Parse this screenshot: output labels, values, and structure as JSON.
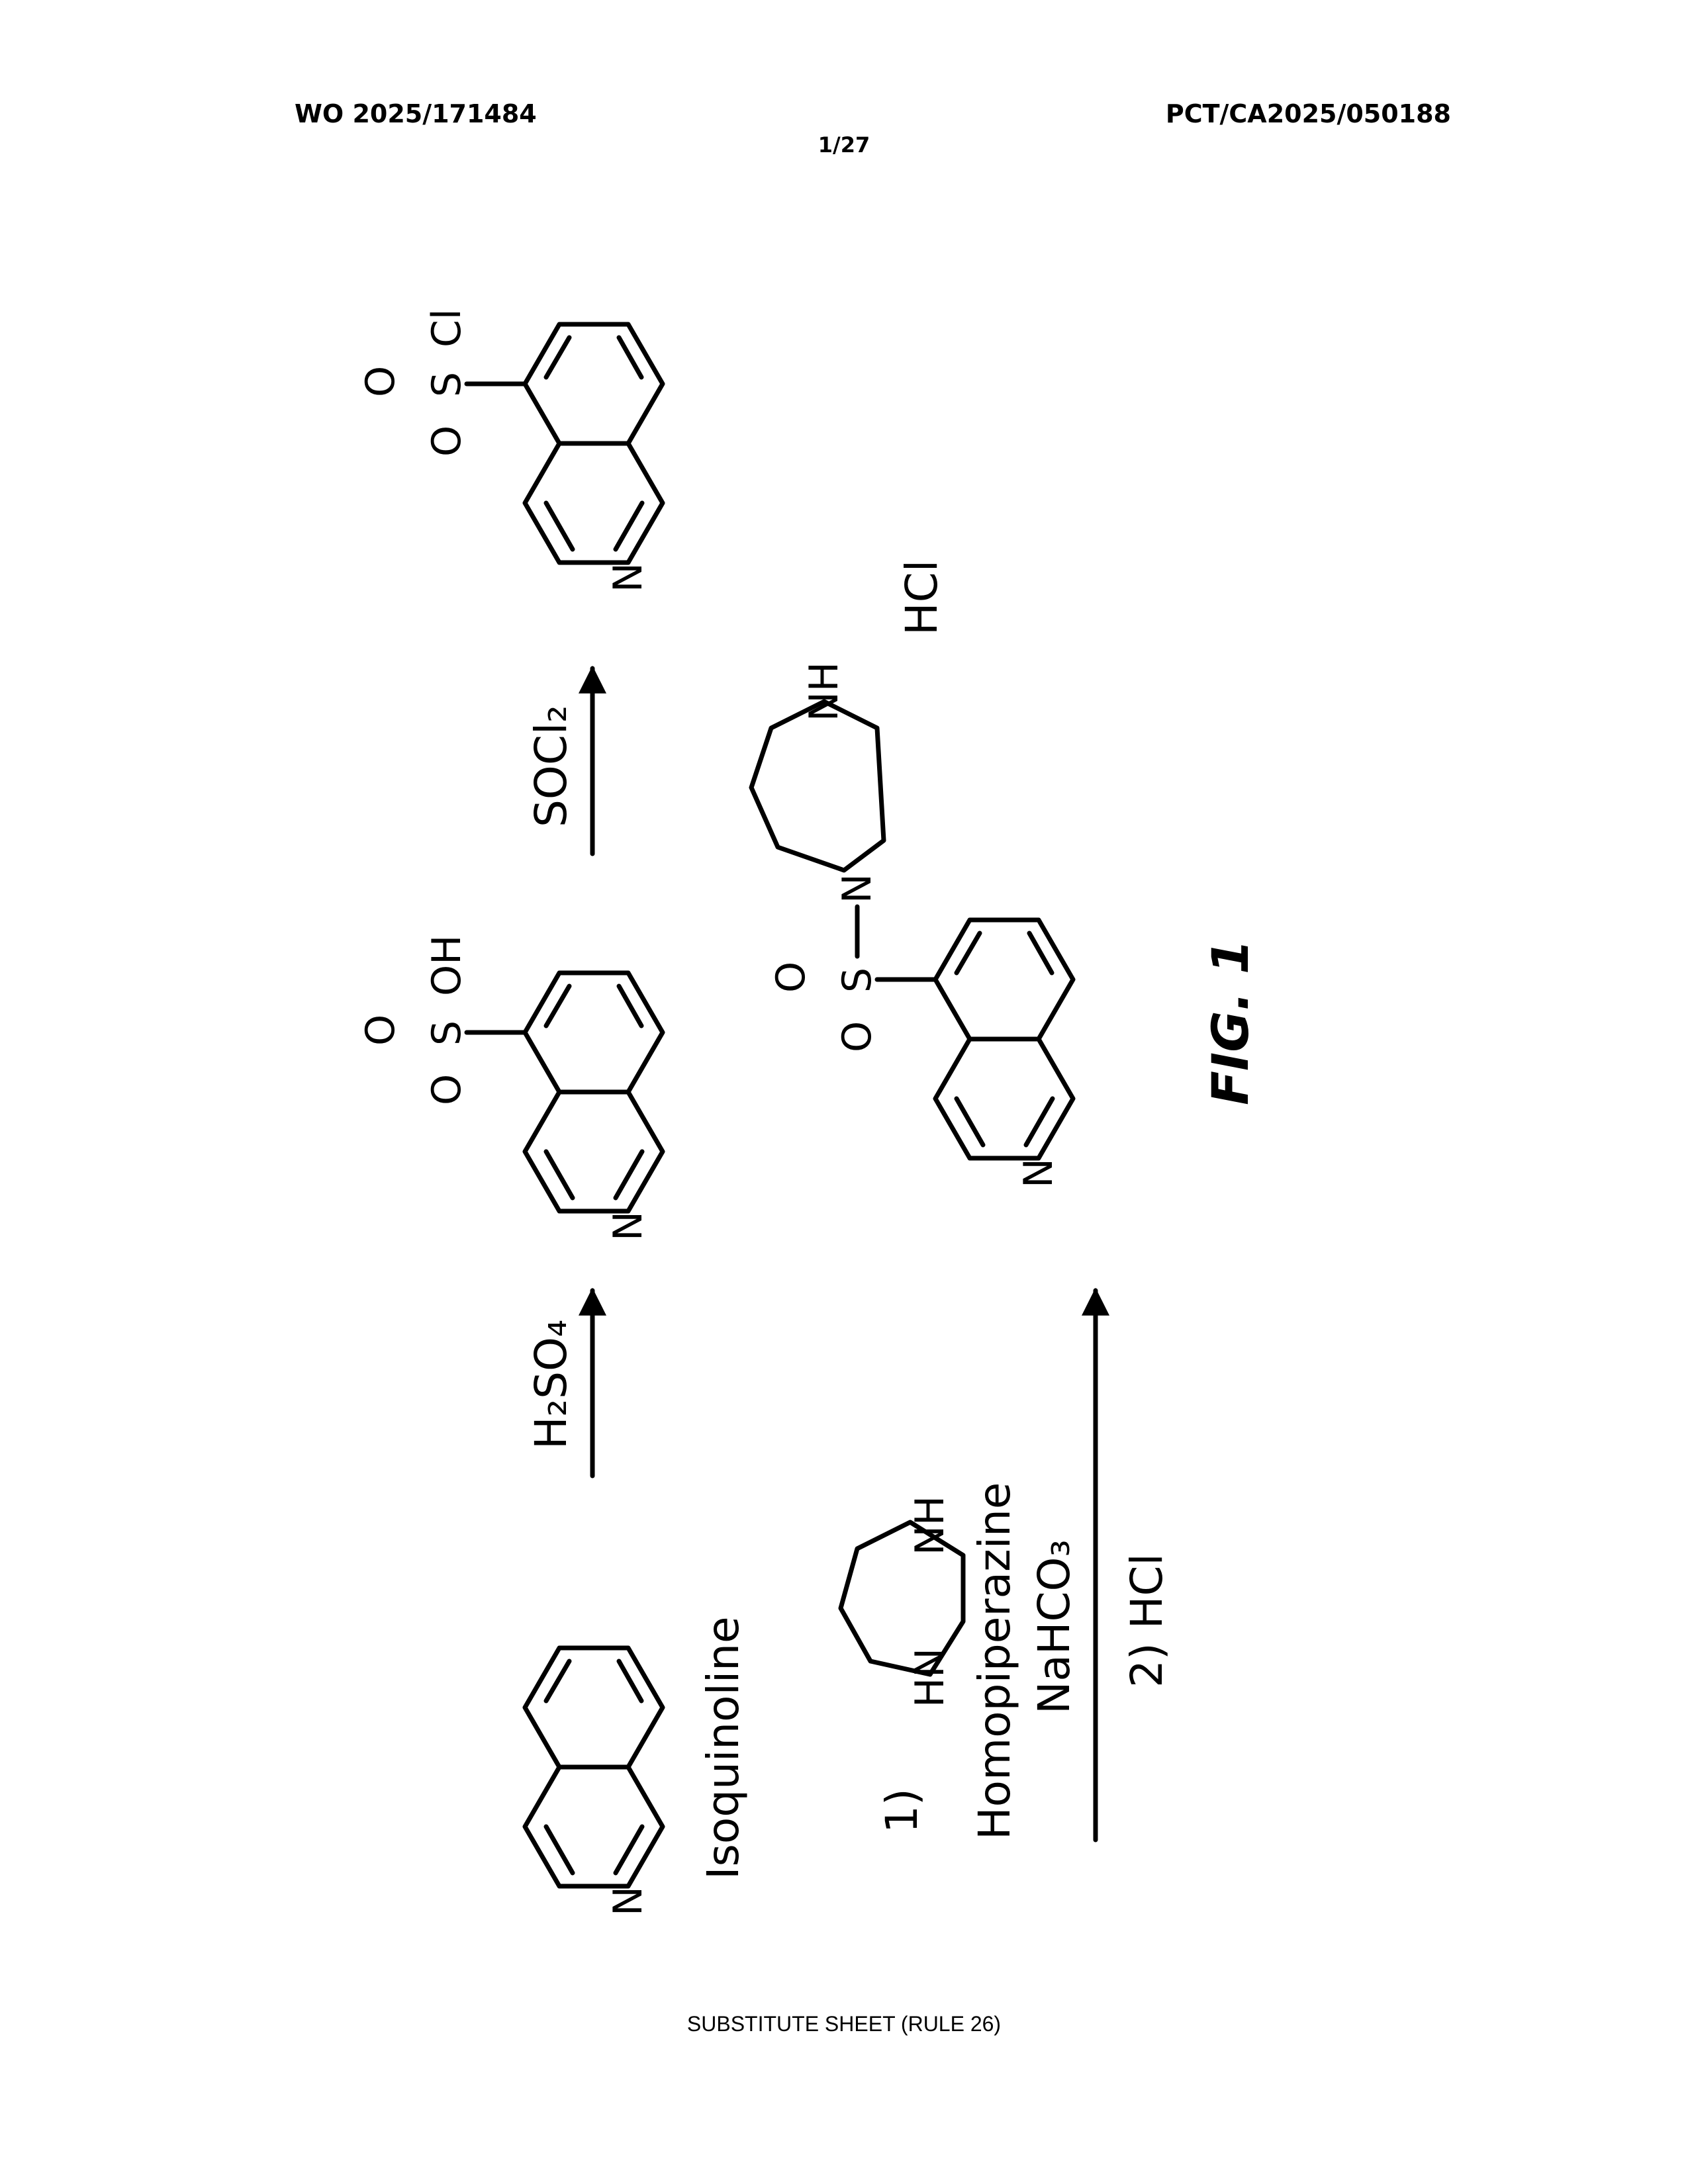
{
  "header": {
    "publication_number": "WO 2025/171484",
    "application_number": "PCT/CA2025/050188",
    "sheet": "1/27"
  },
  "figure": {
    "caption": "FIG. 1",
    "reagent_1": "H₂SO₄",
    "reagent_2": "SOCl₂",
    "reagent_3_step1": "1)",
    "reagent_3_name": "Homopiperazine",
    "reagent_3_base": "NaHCO₃",
    "reagent_3_step2": "2) HCl",
    "starting_material_name": "Isoquinoline",
    "salt": "HCl",
    "atoms": {
      "n": "N",
      "o": "O",
      "s": "S",
      "oh": "OH",
      "cl": "Cl",
      "nh": "NH",
      "hn": "HN"
    }
  },
  "footer": "SUBSTITUTE SHEET (RULE 26)"
}
